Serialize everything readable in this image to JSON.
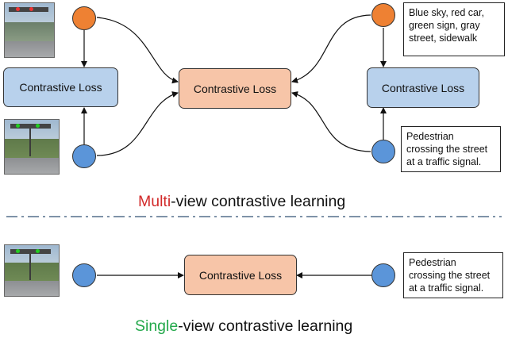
{
  "colors": {
    "blue_box": "#b8d1ec",
    "peach_box": "#f7c5a8",
    "orange_node": "#ee8133",
    "blue_node": "#5b95d9",
    "multi_accent": "#d22a2a",
    "single_accent": "#22a84a",
    "divider": "#7f93a8"
  },
  "multi_view": {
    "left_loss_label": "Contrastive Loss",
    "center_loss_label": "Contrastive  Loss",
    "right_loss_label": "Contrastive  Loss",
    "text_top": "Blue sky, red car,\ngreen sign, gray\nstreet, sidewalk",
    "text_bottom": "Pedestrian\ncrossing the street\nat a traffic  signal.",
    "caption_accent": "Multi",
    "caption_rest": "-view contrastive learning"
  },
  "single_view": {
    "center_loss_label": "Contrastive  Loss",
    "text": "Pedestrian\ncrossing the street\nat a traffic  signal.",
    "caption_accent": "Single",
    "caption_rest": "-view contrastive learning"
  }
}
